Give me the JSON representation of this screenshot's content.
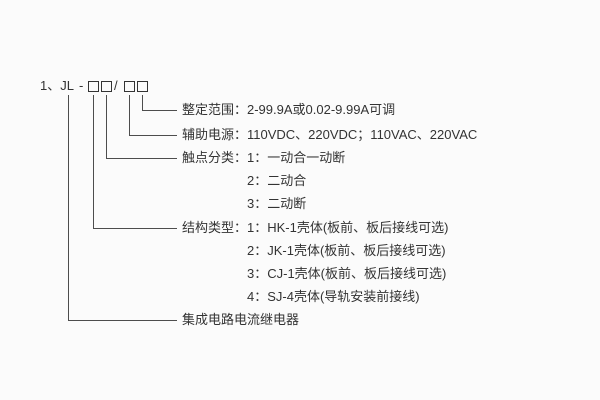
{
  "page": {
    "background": "#fbfbfb",
    "text_color": "#333333",
    "line_color": "#4d4d4d"
  },
  "model_header": {
    "prefix": "1、JL",
    "dash": "-",
    "slash": "/"
  },
  "branches": {
    "setting_range": {
      "text": "整定范围：2-99.9A或0.02-9.99A可调"
    },
    "aux_power": {
      "text": "辅助电源：110VDC、220VDC；110VAC、220VAC"
    },
    "contact_type": {
      "text": "触点分类：1：一动合一动断",
      "options": [
        "2：二动合",
        "3：二动断"
      ]
    },
    "structure_type": {
      "text": "结构类型：1：HK-1壳体(板前、板后接线可选)",
      "options": [
        "2：JK-1壳体(板前、板后接线可选)",
        "3：CJ-1壳体(板前、板后接线可选)",
        "4：SJ-4壳体(导轨安装前接线)"
      ]
    },
    "product_name": {
      "text": "集成电路电流继电器"
    }
  }
}
